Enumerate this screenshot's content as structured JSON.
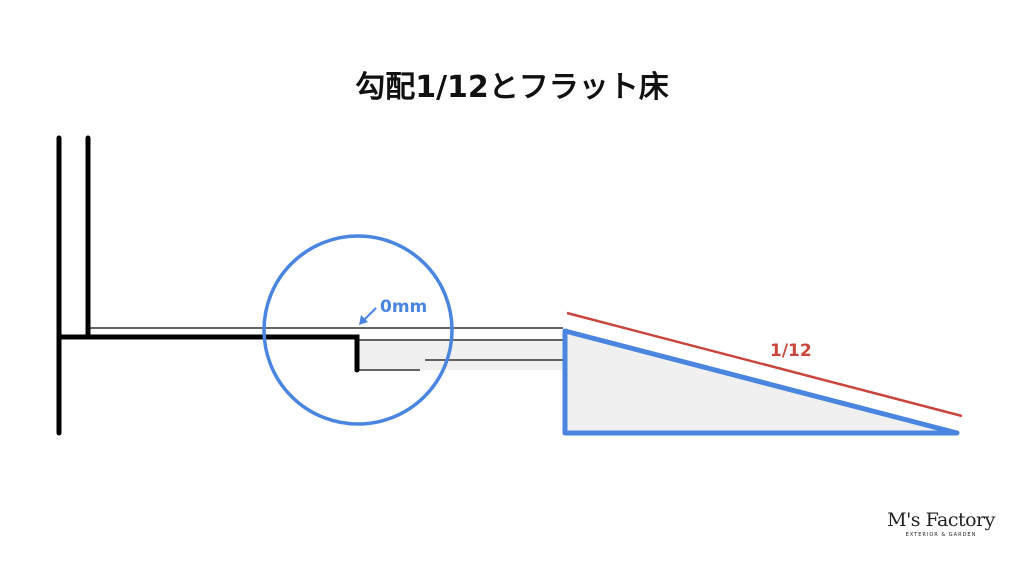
{
  "title": "勾配1/12とフラット床",
  "labels": {
    "gap": "0mm",
    "slope": "1/12"
  },
  "logo": {
    "main": "M's Factory",
    "sub": "EXTERIOR & GARDEN"
  },
  "colors": {
    "highlight_blue": "#4a86e0",
    "slope_red": "#c9463d",
    "fill_gray": "#f0f0f0",
    "line_black": "#000000"
  }
}
